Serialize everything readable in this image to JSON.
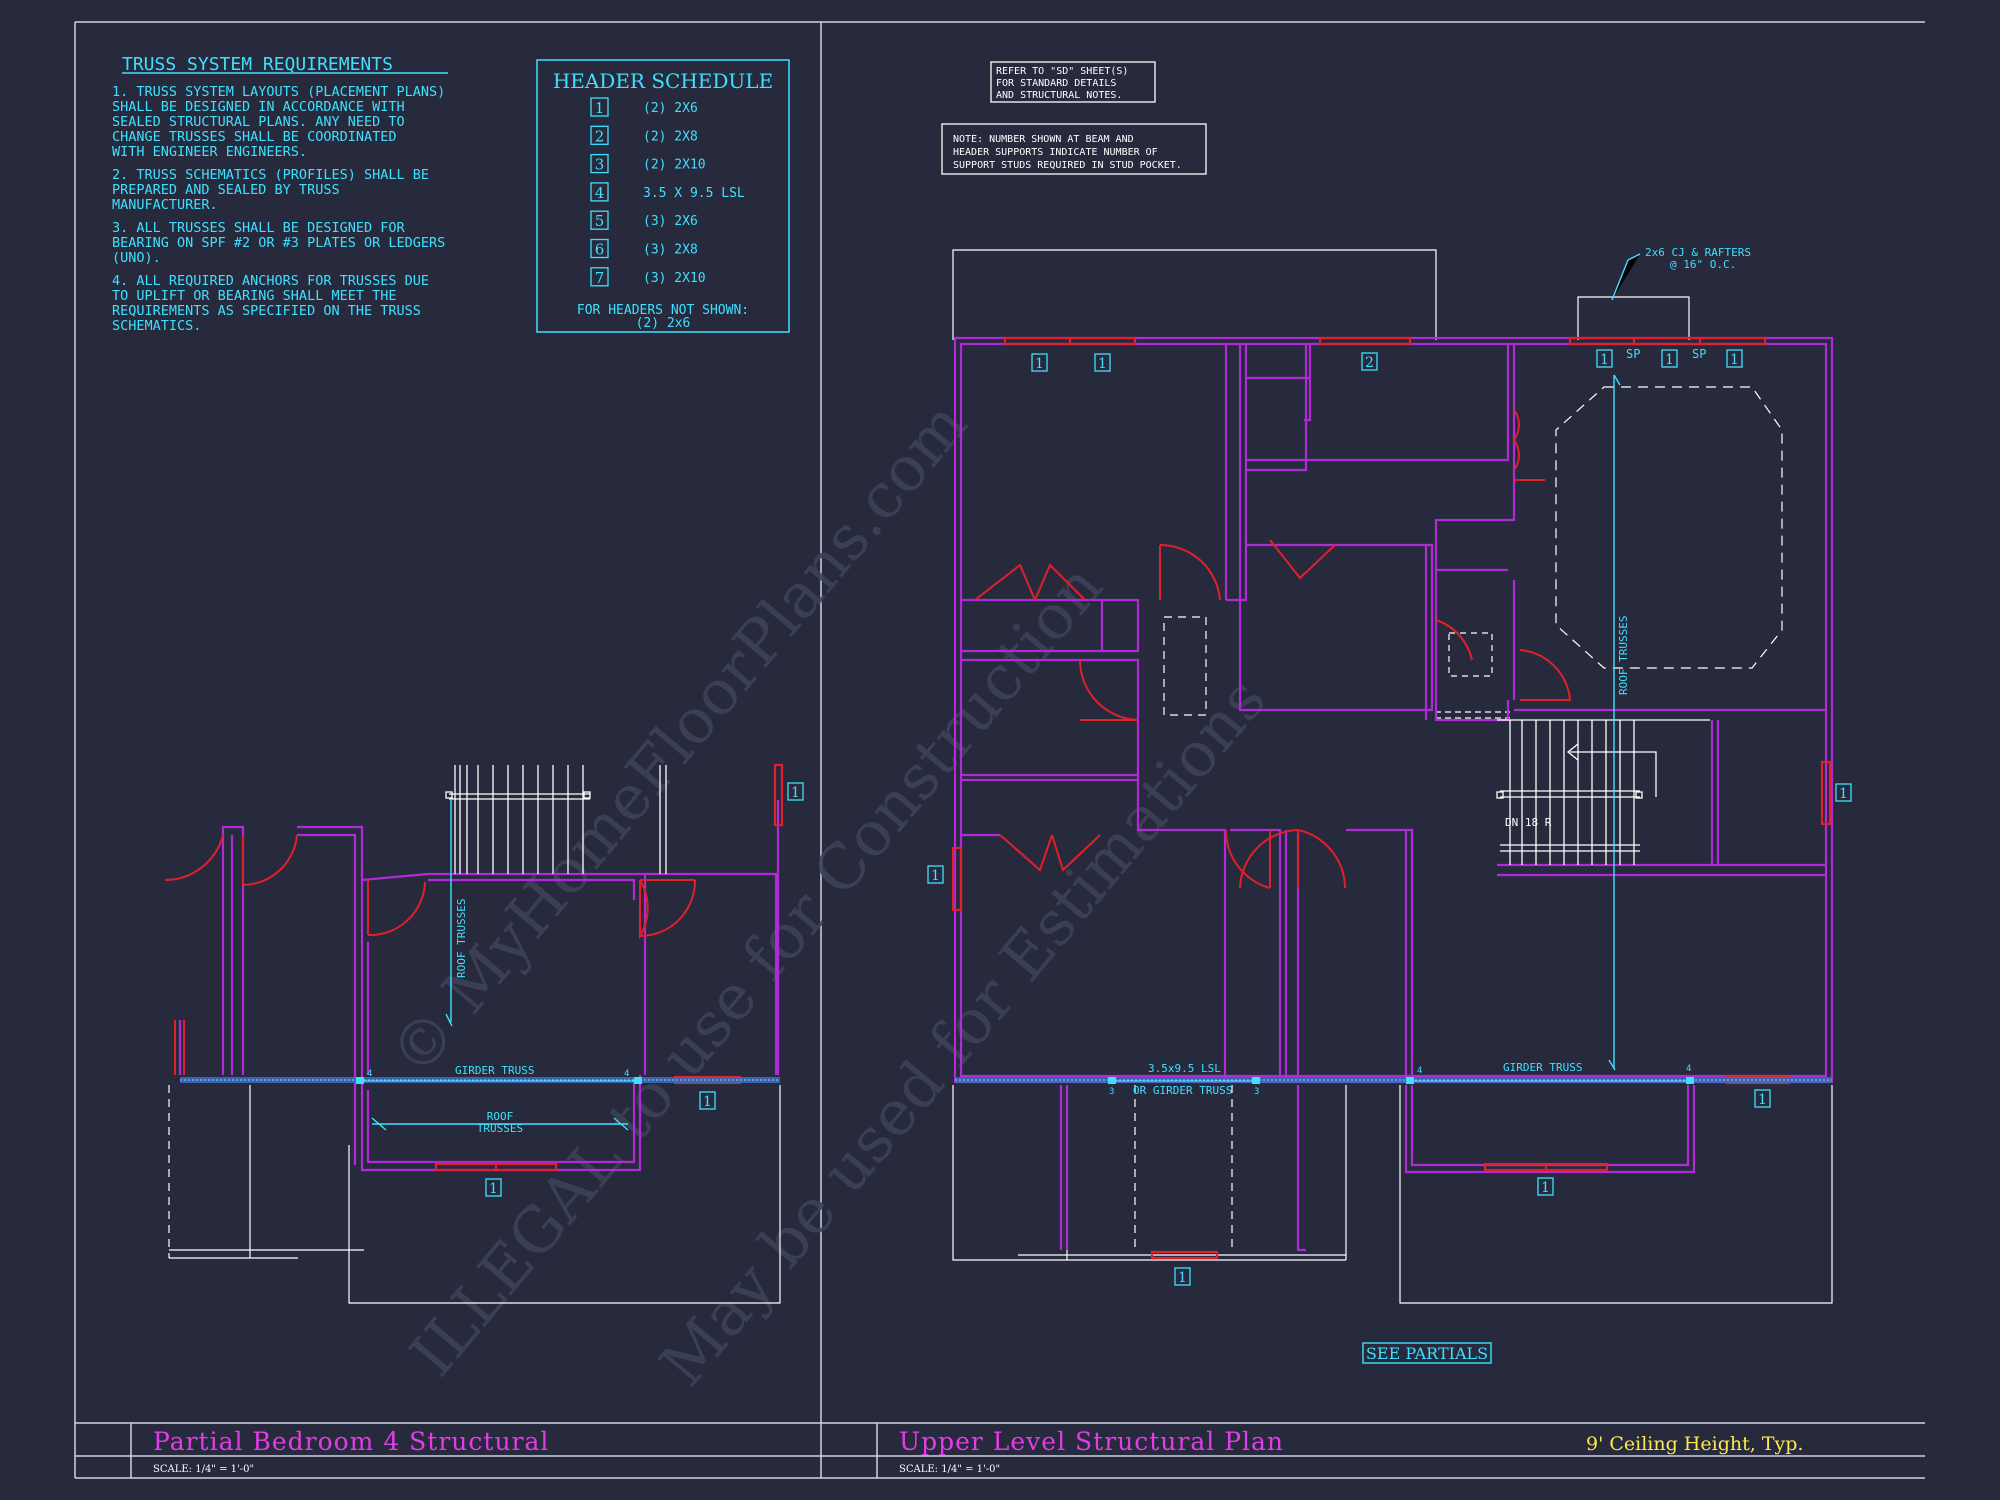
{
  "truss_requirements": {
    "title": "TRUSS SYSTEM REQUIREMENTS",
    "items": [
      [
        "1. TRUSS SYSTEM LAYOUTS (PLACEMENT PLANS)",
        "SHALL BE DESIGNED IN ACCORDANCE WITH",
        "SEALED STRUCTURAL PLANS. ANY NEED TO",
        "CHANGE TRUSSES SHALL BE COORDINATED",
        "WITH ENGINEER ENGINEERS."
      ],
      [
        "2. TRUSS SCHEMATICS (PROFILES) SHALL BE",
        "PREPARED AND SEALED BY TRUSS",
        "MANUFACTURER."
      ],
      [
        "3. ALL TRUSSES SHALL BE DESIGNED FOR",
        "BEARING ON SPF #2 OR #3 PLATES OR LEDGERS",
        "(UNO)."
      ],
      [
        "4. ALL REQUIRED ANCHORS FOR TRUSSES DUE",
        "TO UPLIFT OR BEARING SHALL MEET THE",
        "REQUIREMENTS AS SPECIFIED ON THE TRUSS",
        "SCHEMATICS."
      ]
    ]
  },
  "header_schedule": {
    "title": "HEADER SCHEDULE",
    "rows": [
      {
        "num": "1",
        "spec": "(2) 2X6"
      },
      {
        "num": "2",
        "spec": "(2) 2X8"
      },
      {
        "num": "3",
        "spec": "(2) 2X10"
      },
      {
        "num": "4",
        "spec": "3.5 X 9.5 LSL"
      },
      {
        "num": "5",
        "spec": "(3) 2X6"
      },
      {
        "num": "6",
        "spec": "(3) 2X8"
      },
      {
        "num": "7",
        "spec": "(3) 2X10"
      }
    ],
    "footer_1": "FOR HEADERS NOT SHOWN:",
    "footer_2": "(2) 2x6"
  },
  "notes": {
    "refer": [
      "REFER TO \"SD\" SHEET(S)",
      "FOR STANDARD DETAILS",
      "AND STRUCTURAL NOTES."
    ],
    "number": [
      "NOTE: NUMBER SHOWN AT BEAM AND",
      "HEADER SUPPORTS INDICATE NUMBER OF",
      "SUPPORT STUDS REQUIRED IN STUD POCKET."
    ]
  },
  "plan_labels": {
    "girder_truss": "GIRDER TRUSS",
    "roof_trusses": "ROOF TRUSSES",
    "roof": "ROOF",
    "trusses": "TRUSSES",
    "lsl": "3.5x9.5 LSL",
    "or_girder": "OR GIRDER TRUSS",
    "cj_rafters_1": "2x6 CJ & RAFTERS",
    "cj_rafters_2": "@ 16\" O.C.",
    "stair": "DN 18 R",
    "sp": "SP",
    "see_partials": "SEE PARTIALS",
    "num_1": "1",
    "num_2": "2",
    "num_3": "3",
    "num_4": "4"
  },
  "title_block": {
    "left_title": "Partial Bedroom 4 Structural",
    "left_scale": "SCALE: 1/4\" = 1'-0\"",
    "right_title": "Upper Level Structural Plan",
    "right_scale": "SCALE: 1/4\" = 1'-0\"",
    "ceiling": "9' Ceiling Height, Typ."
  },
  "watermark": [
    "© MyHomeFloorPlans.com",
    "ILLEGAL to use for Construction",
    "May be used for Estimations"
  ],
  "colors": {
    "background": "#262a3c",
    "cyan": "#3fe0ff",
    "wall": "#b02ad6",
    "header": "#e0202a",
    "title": "#e23ce8",
    "note_yellow": "#ffe94a"
  }
}
